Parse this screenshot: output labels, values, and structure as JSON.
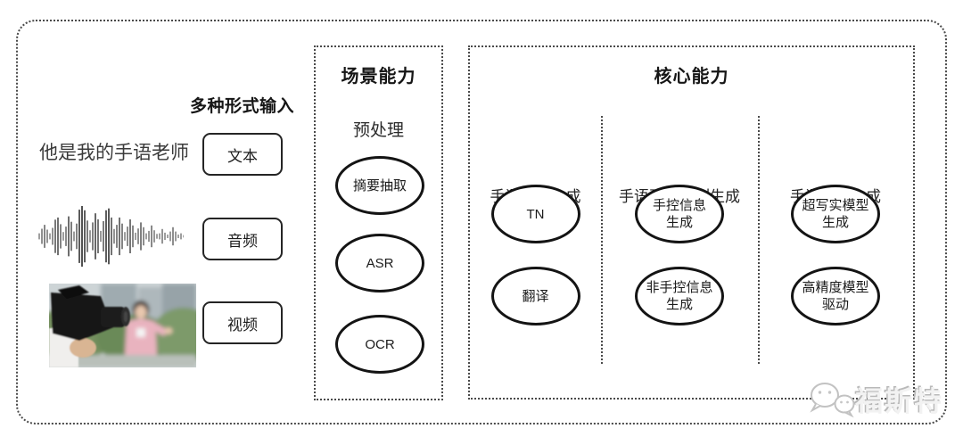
{
  "input_section": {
    "title": "多种形式输入",
    "text_sample": "他是我的手语老师",
    "buttons": [
      {
        "label": "文本"
      },
      {
        "label": "音频"
      },
      {
        "label": "视频"
      }
    ],
    "waveform_amplitudes": [
      0.1,
      0.25,
      0.38,
      0.22,
      0.1,
      0.28,
      0.55,
      0.62,
      0.4,
      0.14,
      0.32,
      0.66,
      0.48,
      0.16,
      0.42,
      0.88,
      1.0,
      0.86,
      0.52,
      0.2,
      0.46,
      0.76,
      0.56,
      0.18,
      0.5,
      0.86,
      0.92,
      0.62,
      0.24,
      0.38,
      0.62,
      0.42,
      0.14,
      0.32,
      0.56,
      0.36,
      0.12,
      0.26,
      0.46,
      0.3,
      0.1,
      0.18,
      0.36,
      0.2,
      0.08,
      0.1,
      0.24,
      0.12,
      0.06,
      0.16,
      0.3,
      0.16,
      0.06,
      0.1,
      0.04
    ]
  },
  "scene_box": {
    "title": "场景能力",
    "subtitle": "预处理",
    "nodes": [
      {
        "label": "摘要抽取"
      },
      {
        "label": "ASR"
      },
      {
        "label": "OCR"
      }
    ]
  },
  "core_box": {
    "title": "核心能力",
    "columns": [
      {
        "header": "手语文本生成",
        "nodes": [
          {
            "label": "TN"
          },
          {
            "label": "翻译"
          }
        ]
      },
      {
        "header": "手语要素序列生成",
        "nodes": [
          {
            "label": "手控信息\n生成"
          },
          {
            "label": "非手控信息\n生成"
          }
        ]
      },
      {
        "header": "手语视频生成",
        "nodes": [
          {
            "label": "超写实模型\n生成"
          },
          {
            "label": "高精度模型\n驱动"
          }
        ]
      }
    ]
  },
  "watermark": {
    "text": "福斯特",
    "icon": "wechat-logo"
  },
  "colors": {
    "line": "#4a4a4a",
    "node_border": "#141414",
    "text": "#1f1f1f",
    "watermark": "#d9d9d9",
    "background": "#ffffff"
  }
}
